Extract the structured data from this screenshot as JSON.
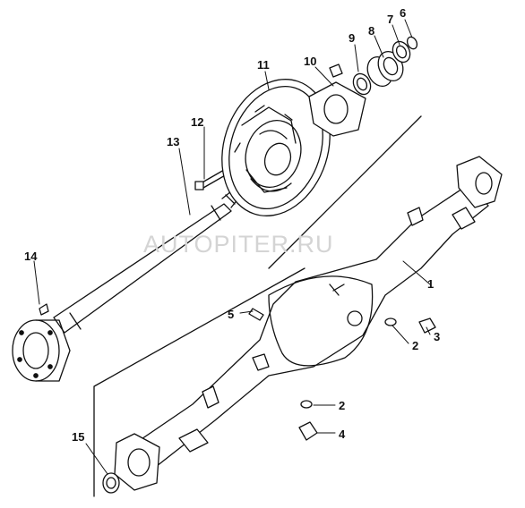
{
  "watermark": "AUTOPITER.RU",
  "callouts": {
    "c1": "1",
    "c2a": "2",
    "c2b": "2",
    "c3": "3",
    "c4": "4",
    "c5": "5",
    "c6": "6",
    "c7": "7",
    "c8": "8",
    "c9": "9",
    "c10": "10",
    "c11": "11",
    "c12": "12",
    "c13": "13",
    "c14": "14",
    "c15": "15"
  }
}
